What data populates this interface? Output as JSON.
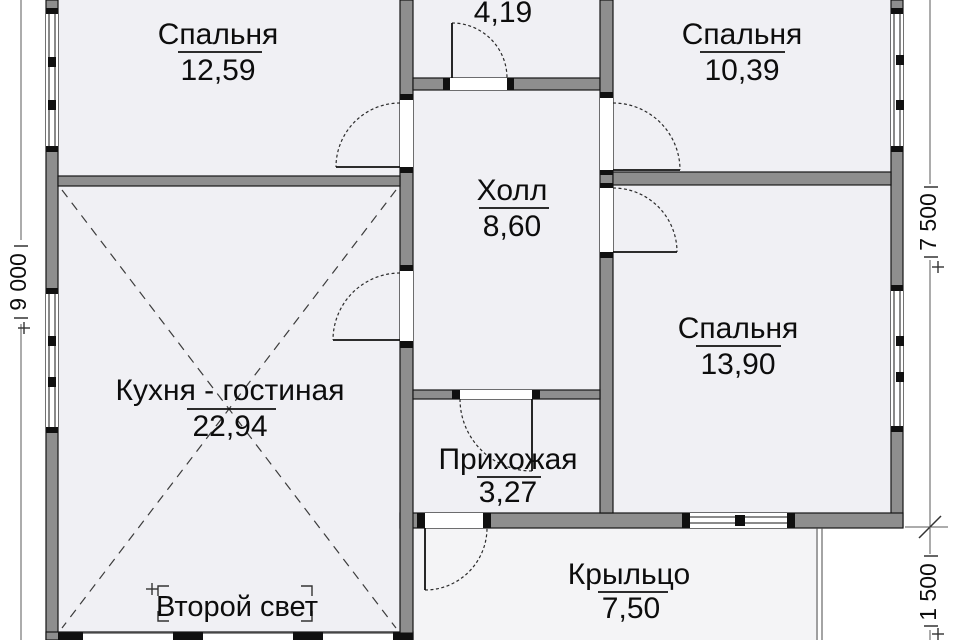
{
  "plan": {
    "rooms": [
      {
        "name": "Спальня",
        "area": "12,59"
      },
      {
        "name": "",
        "area": "4,19"
      },
      {
        "name": "Спальня",
        "area": "10,39"
      },
      {
        "name": "Холл",
        "area": "8,60"
      },
      {
        "name": "Спальня",
        "area": "13,90"
      },
      {
        "name": "Кухня - гостиная",
        "area": "22,94"
      },
      {
        "name": "Прихожая",
        "area": "3,27"
      },
      {
        "name": "Крыльцо",
        "area": "7,50"
      }
    ],
    "annotations": {
      "second_light": "Второй свет"
    },
    "dimensions": {
      "left": "9 000",
      "right_upper": "7 500",
      "right_lower": "1 500"
    },
    "colors": {
      "wall_fill": "#8e8e8e",
      "wall_outline": "#161616",
      "room_fill": "#f0f0f4",
      "porch_fill": "#f4f4f6",
      "background": "#ffffff"
    }
  }
}
